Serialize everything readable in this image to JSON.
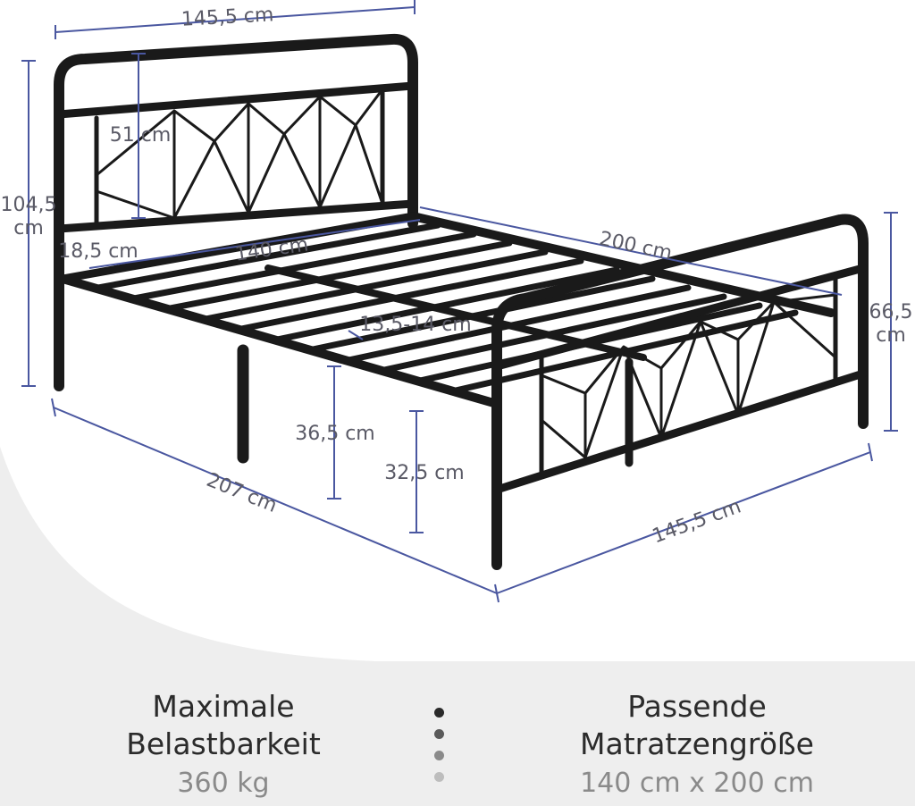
{
  "dimensions": {
    "head_width": "145,5 cm",
    "head_panel_height": "51 cm",
    "total_height_value": "104,5",
    "total_height_unit": "cm",
    "leg_top": "18,5 cm",
    "inner_width": "140 cm",
    "inner_length": "200 cm",
    "slat_gap": "13,5-14 cm",
    "under_bed_1": "36,5 cm",
    "under_bed_2": "32,5 cm",
    "foot_height_value": "66,5",
    "foot_height_unit": "cm",
    "total_length": "207 cm",
    "foot_width": "145,5  cm"
  },
  "specs": {
    "load": {
      "line1": "Maximale",
      "line2": "Belastbarkeit",
      "value": "360 kg"
    },
    "mattress": {
      "line1": "Passende",
      "line2": "Matratzengröße",
      "value": "140 cm x 200 cm"
    }
  },
  "colors": {
    "frame": "#1a1a1a",
    "dimension_line": "#4a57a0",
    "background_curve": "#eeeeee",
    "dots": [
      "#2a2a2a",
      "#5a5a5a",
      "#8a8a8a",
      "#bdbdbd"
    ]
  }
}
